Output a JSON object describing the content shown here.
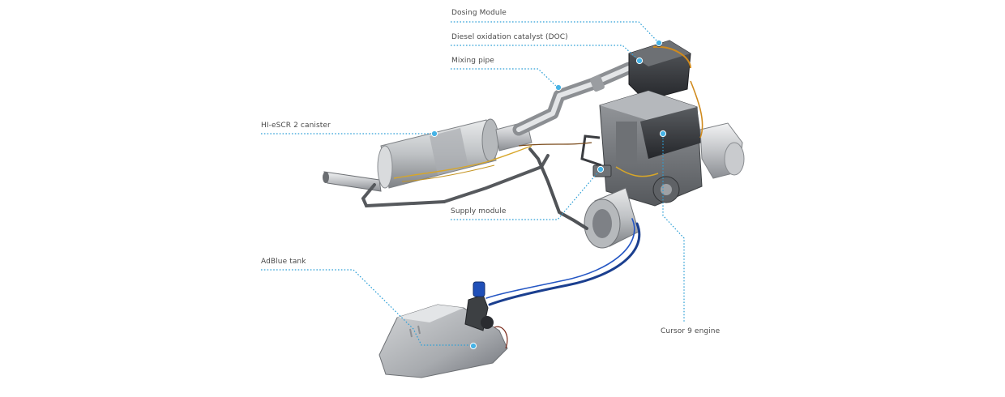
{
  "labels": {
    "dosing_module": "Dosing Module",
    "doc": "Diesel oxidation catalyst (DOC)",
    "mixing_pipe": "Mixing pipe",
    "canister": "HI-eSCR 2 canister",
    "supply_module": "Supply module",
    "adblue_tank": "AdBlue tank",
    "engine": "Cursor 9 engine"
  },
  "colors": {
    "leader": "#2d9fd6",
    "marker": "#46b3e6",
    "text": "#4a4a4a"
  }
}
